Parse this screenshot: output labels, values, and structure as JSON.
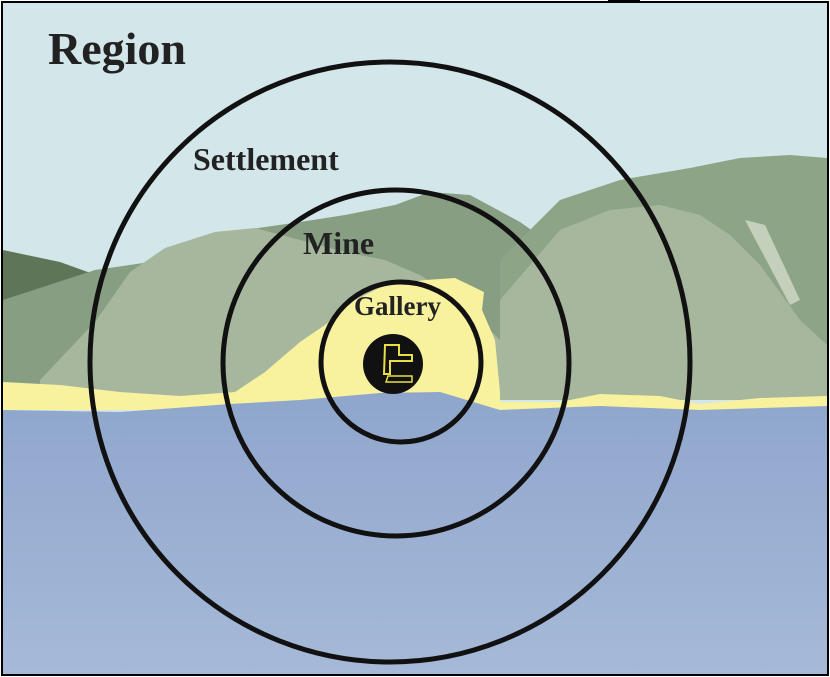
{
  "diagram": {
    "labels": {
      "region": "Region",
      "settlement": "Settlement",
      "mine": "Mine",
      "gallery": "Gallery"
    },
    "icon": "mine-cart-icon"
  },
  "colors": {
    "sky": "#d3e6ea",
    "water": "#97add0",
    "sand": "#f8f19e",
    "hill_dark": "#5e7657",
    "hill_mid": "#879e82",
    "hill_light": "#a7b79e",
    "ring": "#111111",
    "icon_disc": "#111111",
    "icon_line": "#e7df45"
  }
}
